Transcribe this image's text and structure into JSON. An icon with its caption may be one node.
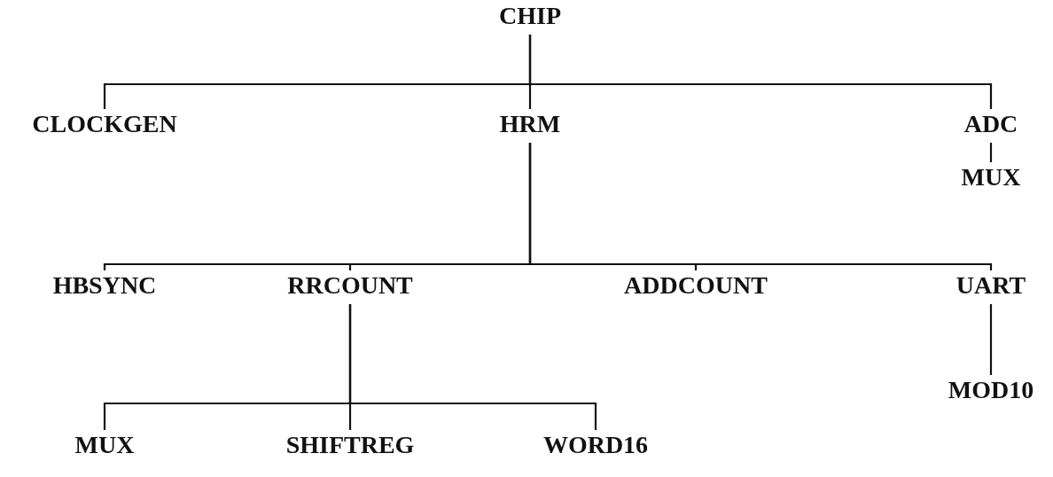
{
  "diagram": {
    "nodes": [
      {
        "text": [
          "CHIP"
        ]
      },
      {
        "text": [
          "CLOCKGEN"
        ]
      },
      {
        "text": [
          "HRM"
        ]
      },
      {
        "text": [
          "ADC"
        ]
      },
      {
        "text": [
          "MUX"
        ]
      },
      {
        "text": [
          "HBSYNC"
        ]
      },
      {
        "text": [
          "RRCOUNT"
        ]
      },
      {
        "text": [
          "ADDCOUNT"
        ]
      },
      {
        "text": [
          "UART"
        ]
      },
      {
        "text": [
          "MUX"
        ]
      },
      {
        "text": [
          "SHIFTREG"
        ]
      },
      {
        "text": [
          "WORD16"
        ]
      },
      {
        "text": [
          "MOD10"
        ]
      }
    ],
    "edges": [
      {
        "from": 0,
        "to": 1,
        "arrow": "none"
      },
      {
        "from": 0,
        "to": 2,
        "arrow": "none"
      },
      {
        "from": 0,
        "to": 3,
        "arrow": "none"
      },
      {
        "from": 3,
        "to": 4,
        "arrow": "none"
      },
      {
        "from": 2,
        "to": 5,
        "arrow": "none"
      },
      {
        "from": 2,
        "to": 6,
        "arrow": "none"
      },
      {
        "from": 2,
        "to": 7,
        "arrow": "none"
      },
      {
        "from": 2,
        "to": 8,
        "arrow": "none"
      },
      {
        "from": 6,
        "to": 9,
        "arrow": "none"
      },
      {
        "from": 6,
        "to": 10,
        "arrow": "none"
      },
      {
        "from": 6,
        "to": 11,
        "arrow": "none"
      },
      {
        "from": 8,
        "to": 12,
        "arrow": "none"
      }
    ]
  }
}
